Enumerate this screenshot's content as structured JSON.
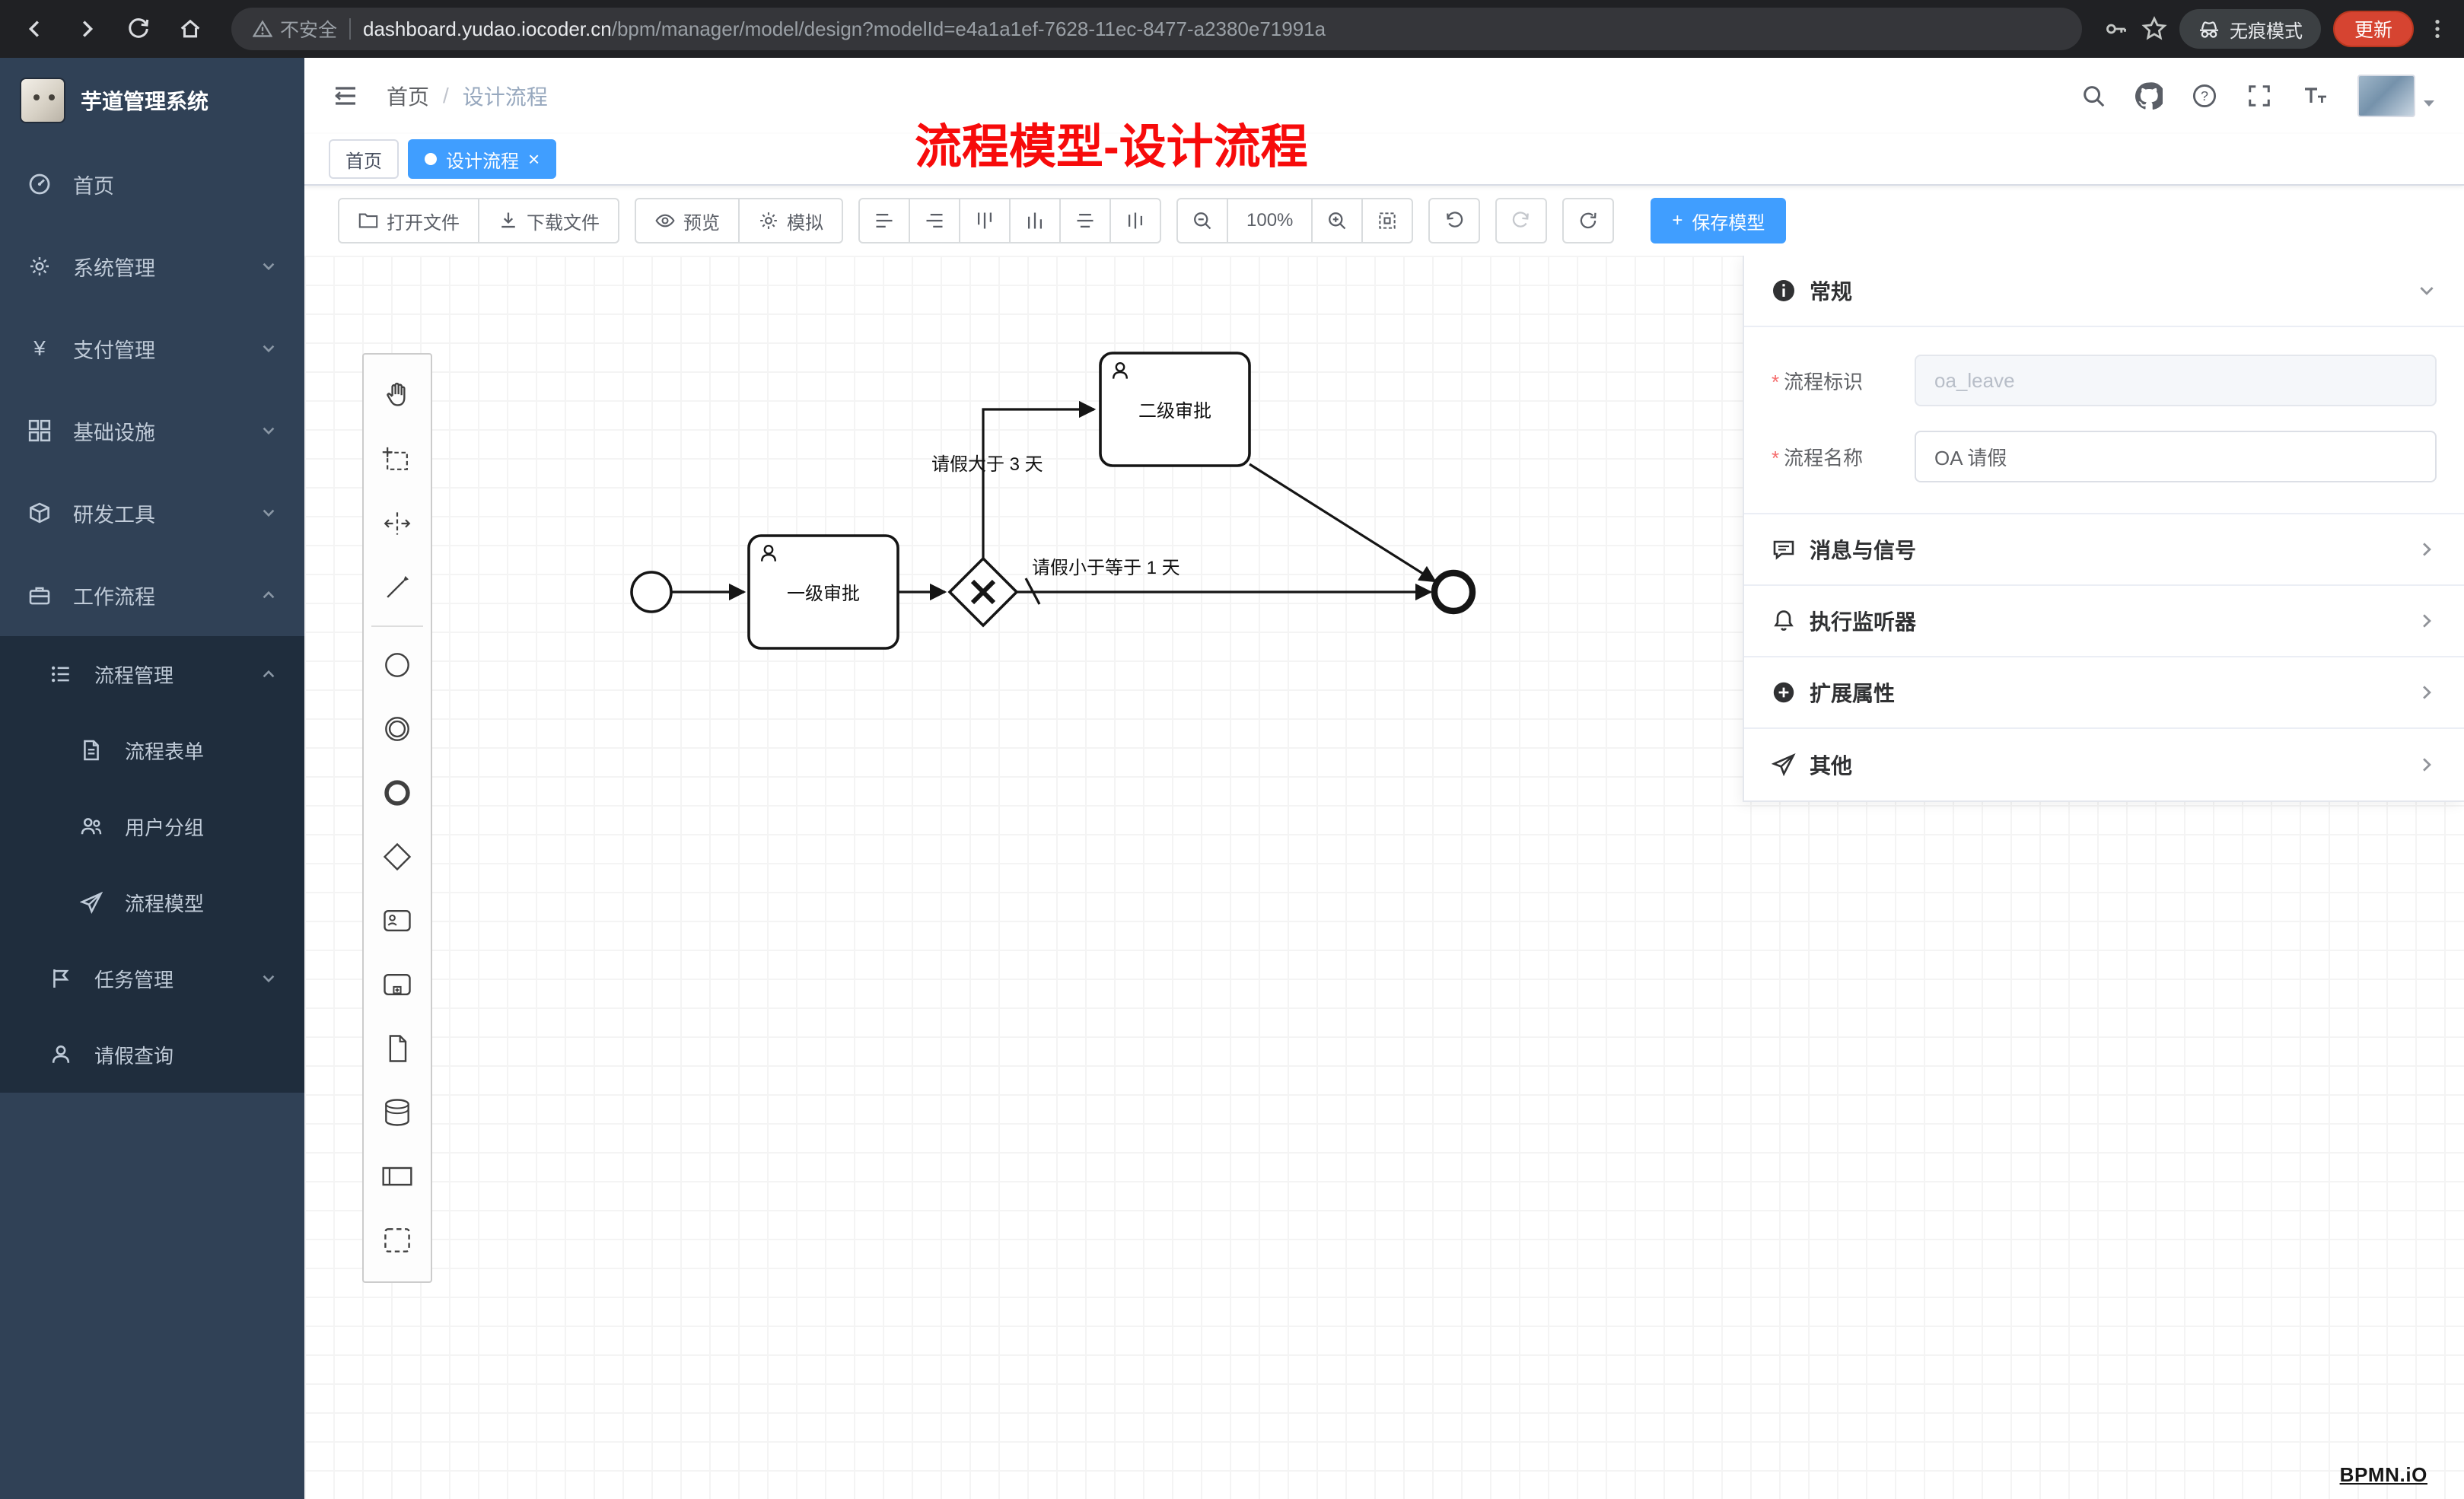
{
  "browser": {
    "security": "不安全",
    "domain": "dashboard.yudao.iocoder.cn",
    "path": "/bpm/manager/model/design?modelId=e4a1a1ef-7628-11ec-8477-a2380e71991a",
    "incognito": "无痕模式",
    "update": "更新"
  },
  "sidebar": {
    "title": "芋道管理系统",
    "items": [
      {
        "label": "首页"
      },
      {
        "label": "系统管理"
      },
      {
        "label": "支付管理"
      },
      {
        "label": "基础设施"
      },
      {
        "label": "研发工具"
      },
      {
        "label": "工作流程"
      },
      {
        "label": "流程管理"
      },
      {
        "label": "流程表单"
      },
      {
        "label": "用户分组"
      },
      {
        "label": "流程模型"
      },
      {
        "label": "任务管理"
      },
      {
        "label": "请假查询"
      }
    ]
  },
  "header": {
    "breadcrumb_home": "首页",
    "breadcrumb_sep": "/",
    "breadcrumb_current": "设计流程",
    "annotation": "流程模型-设计流程"
  },
  "tabs": {
    "home": "首页",
    "active": "设计流程",
    "close": "×"
  },
  "toolbar": {
    "open": "打开文件",
    "download": "下载文件",
    "preview": "预览",
    "simulate": "模拟",
    "zoom": "100%",
    "save_plus": "+",
    "save": "保存模型"
  },
  "diagram": {
    "task1": "一级审批",
    "task2": "二级审批",
    "label_top": "请假大于 3 天",
    "label_bottom": "请假小于等于 1 天",
    "watermark": "BPMN.iO"
  },
  "panel": {
    "general": "常规",
    "required_mark": "*",
    "field_key_label": "流程标识",
    "field_key_value": "oa_leave",
    "field_name_label": "流程名称",
    "field_name_value": "OA 请假",
    "section_message": "消息与信号",
    "section_listener": "执行监听器",
    "section_ext": "扩展属性",
    "section_other": "其他"
  }
}
